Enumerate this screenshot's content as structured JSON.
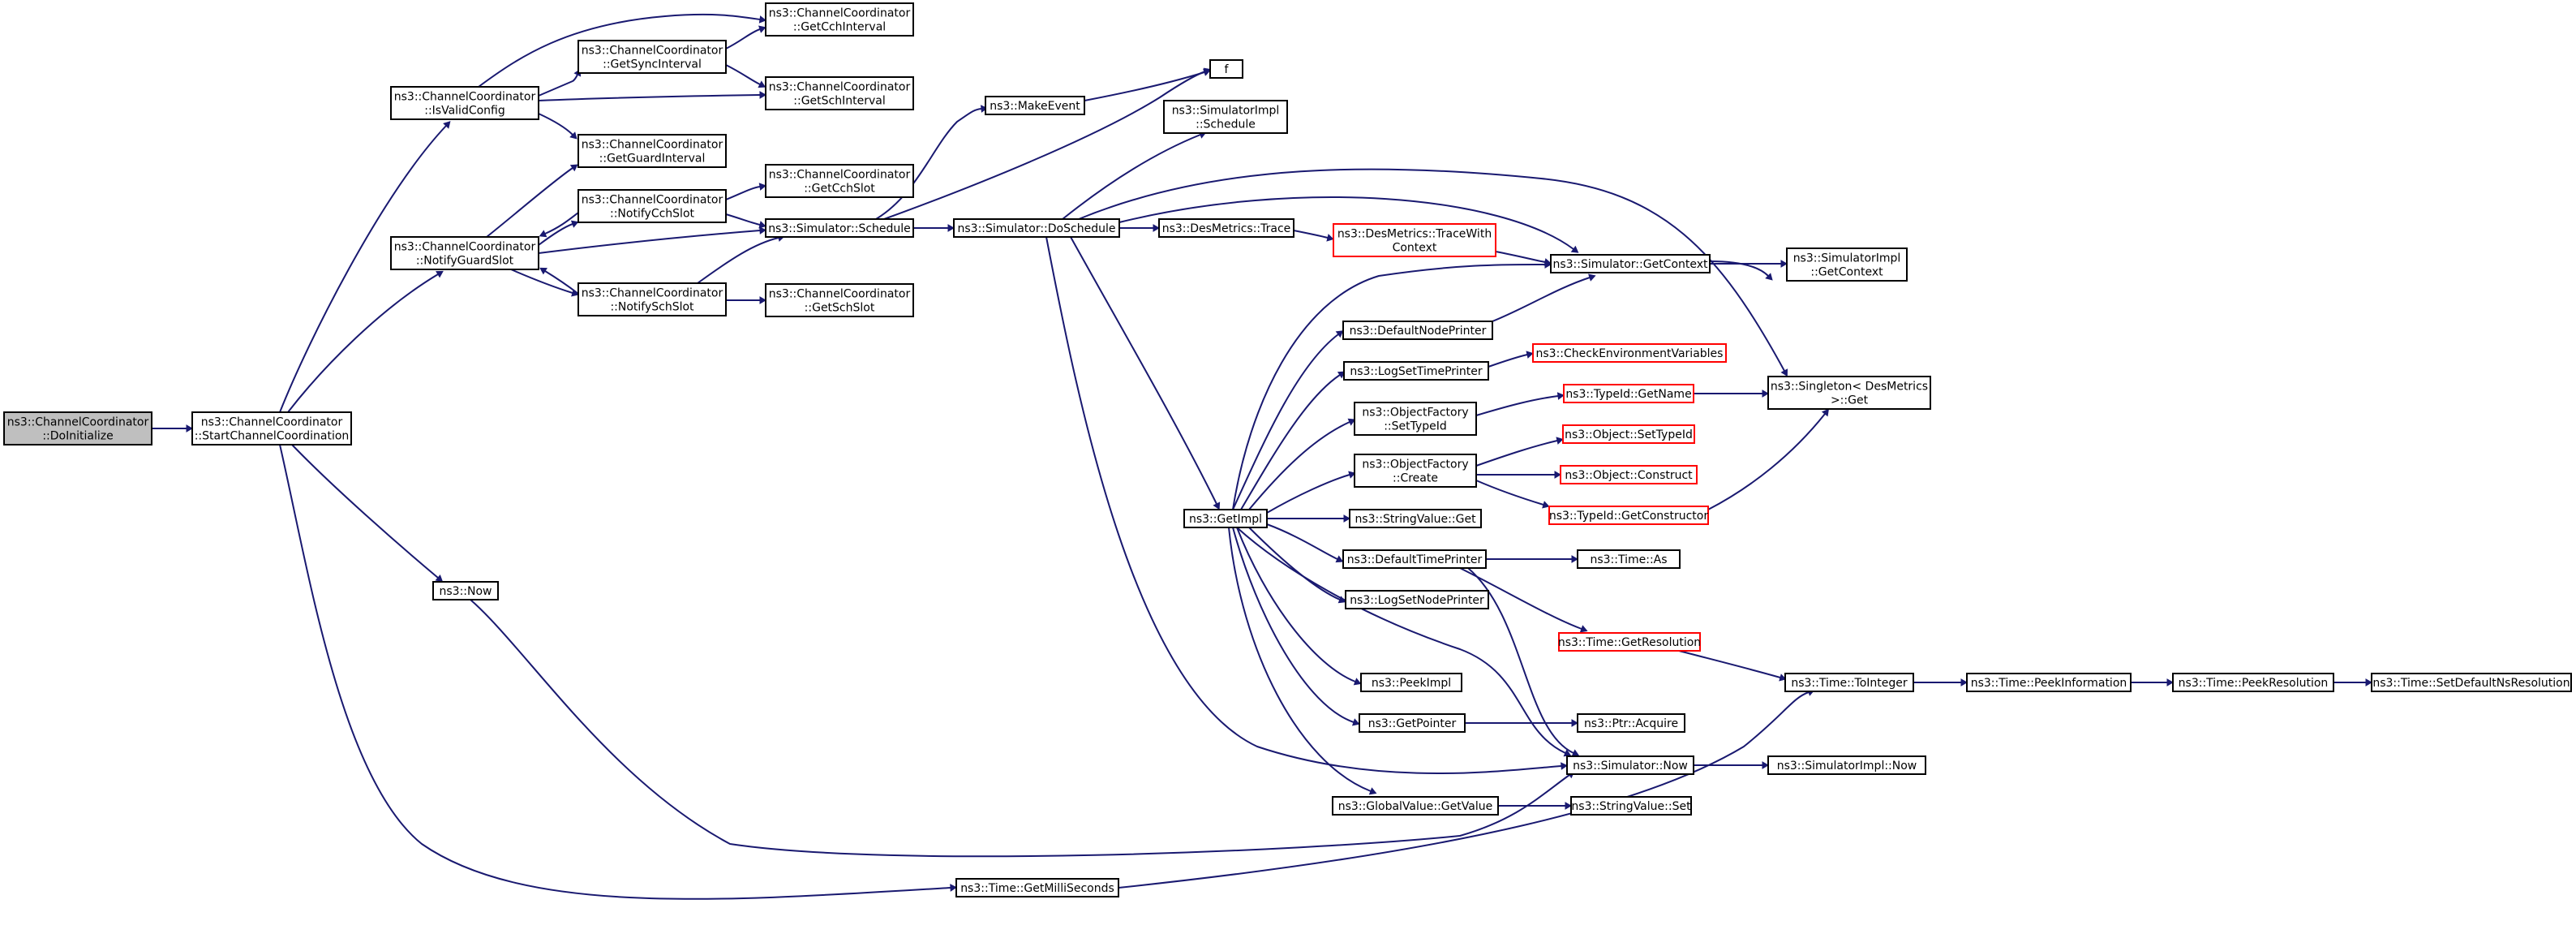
{
  "colors": {
    "edge": "#191970",
    "node_border": "#000000",
    "unresolved_border": "#ff0000",
    "root_fill": "#bfbfbf",
    "background": "#ffffff"
  },
  "nodes": {
    "doinit": {
      "lines": [
        "ns3::ChannelCoordinator",
        "::DoInitialize"
      ]
    },
    "startcc": {
      "lines": [
        "ns3::ChannelCoordinator",
        "::StartChannelCoordination"
      ]
    },
    "isvalid": {
      "lines": [
        "ns3::ChannelCoordinator",
        "::IsValidConfig"
      ]
    },
    "notguard": {
      "lines": [
        "ns3::ChannelCoordinator",
        "::NotifyGuardSlot"
      ]
    },
    "now": {
      "lines": [
        "ns3::Now"
      ]
    },
    "getms": {
      "lines": [
        "ns3::Time::GetMilliSeconds"
      ]
    },
    "getsync": {
      "lines": [
        "ns3::ChannelCoordinator",
        "::GetSyncInterval"
      ]
    },
    "getguard": {
      "lines": [
        "ns3::ChannelCoordinator",
        "::GetGuardInterval"
      ]
    },
    "notcch": {
      "lines": [
        "ns3::ChannelCoordinator",
        "::NotifyCchSlot"
      ]
    },
    "notsch": {
      "lines": [
        "ns3::ChannelCoordinator",
        "::NotifySchSlot"
      ]
    },
    "getcchint": {
      "lines": [
        "ns3::ChannelCoordinator",
        "::GetCchInterval"
      ]
    },
    "getschint": {
      "lines": [
        "ns3::ChannelCoordinator",
        "::GetSchInterval"
      ]
    },
    "getcchslot": {
      "lines": [
        "ns3::ChannelCoordinator",
        "::GetCchSlot"
      ]
    },
    "getschslot": {
      "lines": [
        "ns3::ChannelCoordinator",
        "::GetSchSlot"
      ]
    },
    "simsched": {
      "lines": [
        "ns3::Simulator::Schedule"
      ]
    },
    "makeevent": {
      "lines": [
        "ns3::MakeEvent"
      ]
    },
    "f": {
      "lines": [
        "f"
      ]
    },
    "dosched": {
      "lines": [
        "ns3::Simulator::DoSchedule"
      ]
    },
    "implsched": {
      "lines": [
        "ns3::SimulatorImpl",
        "::Schedule"
      ]
    },
    "destrace": {
      "lines": [
        "ns3::DesMetrics::Trace"
      ]
    },
    "tracectx": {
      "lines": [
        "ns3::DesMetrics::TraceWith",
        "Context"
      ]
    },
    "getimpl": {
      "lines": [
        "ns3::GetImpl"
      ]
    },
    "getctx": {
      "lines": [
        "ns3::Simulator::GetContext"
      ]
    },
    "implctx": {
      "lines": [
        "ns3::SimulatorImpl",
        "::GetContext"
      ]
    },
    "singleton": {
      "lines": [
        "ns3::Singleton< DesMetrics",
        " >::Get"
      ]
    },
    "defnode": {
      "lines": [
        "ns3::DefaultNodePrinter"
      ]
    },
    "logtime": {
      "lines": [
        "ns3::LogSetTimePrinter"
      ]
    },
    "checkenv": {
      "lines": [
        "ns3::CheckEnvironmentVariables"
      ]
    },
    "ofsettid": {
      "lines": [
        "ns3::ObjectFactory",
        "::SetTypeId"
      ]
    },
    "getname": {
      "lines": [
        "ns3::TypeId::GetName"
      ]
    },
    "ofcreate": {
      "lines": [
        "ns3::ObjectFactory",
        "::Create"
      ]
    },
    "objsettid": {
      "lines": [
        "ns3::Object::SetTypeId"
      ]
    },
    "objconst": {
      "lines": [
        "ns3::Object::Construct"
      ]
    },
    "getcons": {
      "lines": [
        "ns3::TypeId::GetConstructor"
      ]
    },
    "strget": {
      "lines": [
        "ns3::StringValue::Get"
      ]
    },
    "deftime": {
      "lines": [
        "ns3::DefaultTimePrinter"
      ]
    },
    "timeas": {
      "lines": [
        "ns3::Time::As"
      ]
    },
    "lognode": {
      "lines": [
        "ns3::LogSetNodePrinter"
      ]
    },
    "getres": {
      "lines": [
        "ns3::Time::GetResolution"
      ]
    },
    "toint": {
      "lines": [
        "ns3::Time::ToInteger"
      ]
    },
    "peekinfo": {
      "lines": [
        "ns3::Time::PeekInformation"
      ]
    },
    "peekres": {
      "lines": [
        "ns3::Time::PeekResolution"
      ]
    },
    "setdefns": {
      "lines": [
        "ns3::Time::SetDefaultNsResolution"
      ]
    },
    "peekimpl": {
      "lines": [
        "ns3::PeekImpl"
      ]
    },
    "getptr": {
      "lines": [
        "ns3::GetPointer"
      ]
    },
    "ptracq": {
      "lines": [
        "ns3::Ptr::Acquire"
      ]
    },
    "simnow": {
      "lines": [
        "ns3::Simulator::Now"
      ]
    },
    "implnow": {
      "lines": [
        "ns3::SimulatorImpl::Now"
      ]
    },
    "gvget": {
      "lines": [
        "ns3::GlobalValue::GetValue"
      ]
    },
    "strset": {
      "lines": [
        "ns3::StringValue::Set"
      ]
    }
  }
}
